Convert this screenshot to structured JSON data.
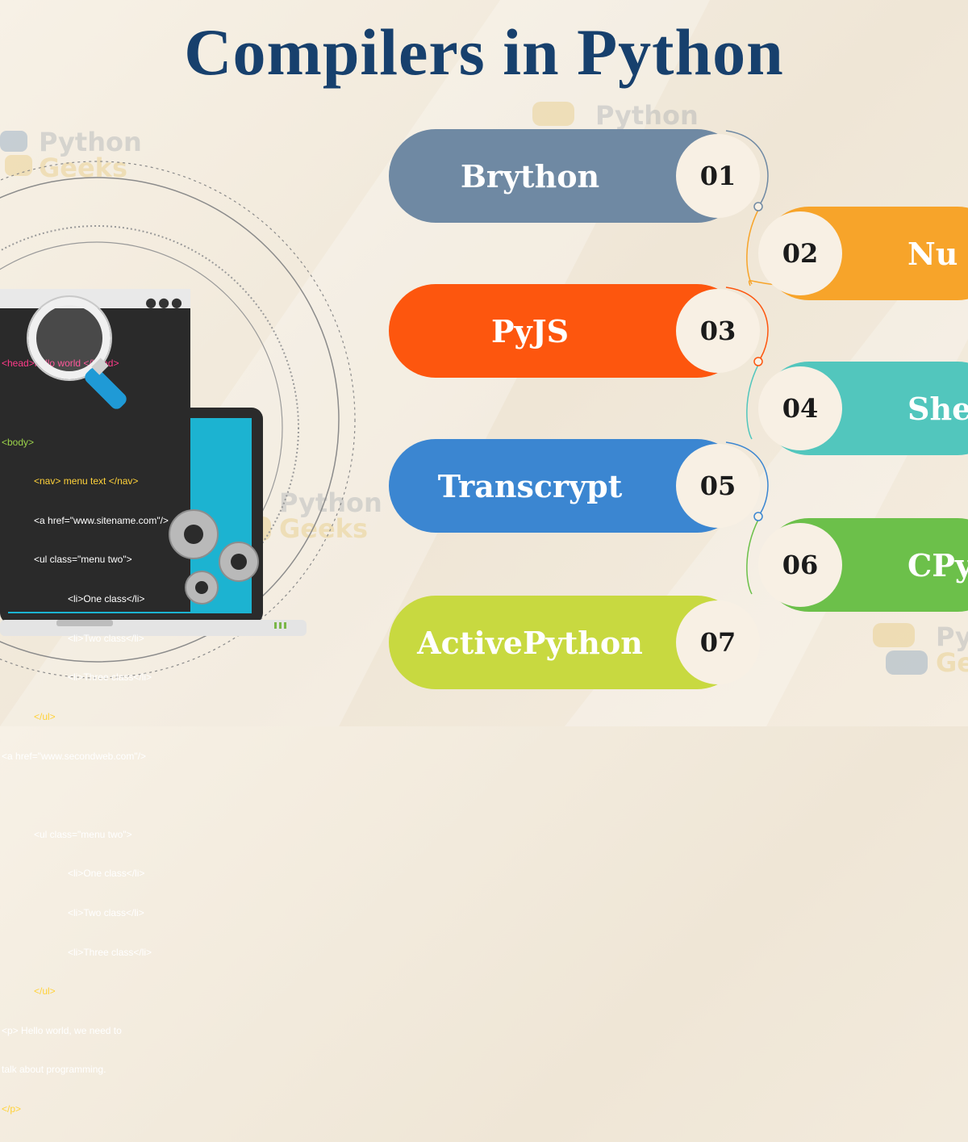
{
  "title": "Compilers in Python",
  "watermark": {
    "line1": "Python",
    "line2": "Geeks"
  },
  "compilers": [
    {
      "name": "Brython",
      "number": "01",
      "color": "#6f89a3"
    },
    {
      "name": "Nu",
      "number": "02",
      "color": "#f7a42a"
    },
    {
      "name": "PyJS",
      "number": "03",
      "color": "#fd560e"
    },
    {
      "name": "Shed",
      "number": "04",
      "color": "#52c6bd"
    },
    {
      "name": "Transcrypt",
      "number": "05",
      "color": "#3b86d1"
    },
    {
      "name": "CPy",
      "number": "06",
      "color": "#6cc04a"
    },
    {
      "name": "ActivePython",
      "number": "07",
      "color": "#c8d940"
    }
  ],
  "code_window": {
    "lines": [
      "<head>hello world </head>",
      "",
      "<body>",
      "<nav> menu text </nav>",
      "<a href=\"www.sitename.com\"/>",
      "<ul class=\"menu two\">",
      "<li>One class</li>",
      "<li>Two class</li>",
      "<li>Three class</li>",
      "</ul>",
      "<a href=\"www.secondweb.com\"/>",
      "",
      "<ul class=\"menu two\">",
      "<li>One class</li>",
      "<li>Two class</li>",
      "<li>Three class</li>",
      "</ul>",
      "<p> Hello world, we need to",
      "talk about programming.",
      "</p>"
    ]
  }
}
